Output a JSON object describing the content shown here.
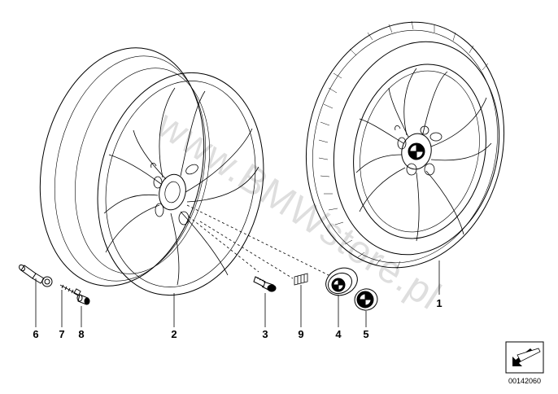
{
  "diagram": {
    "watermark": "www.BMWstore.pl",
    "reference_number": "00142060",
    "callouts": {
      "tire_wheel": "1",
      "rim": "2",
      "wheel_bolt": "3",
      "hub_cap_ring": "4",
      "hub_cap_emblem": "5",
      "valve_stem": "6",
      "valve_core": "7",
      "valve_cap": "8",
      "balance_weight": "9"
    }
  }
}
